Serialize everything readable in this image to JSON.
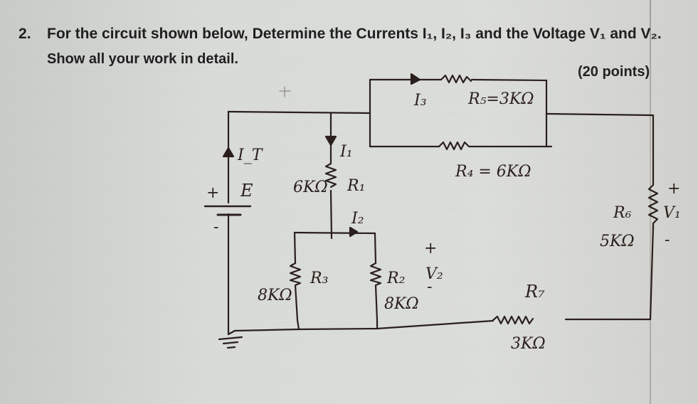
{
  "question": {
    "number": "2.",
    "line1": "For the circuit shown below, Determine the Currents I₁, I₂, I₃ and the Voltage V₁ and V₂.",
    "line2": "Show all your work in detail.",
    "points": "(20 points)"
  },
  "circuit": {
    "source": {
      "label": "E",
      "plus": "+",
      "minus": "-",
      "current_label": "I_T"
    },
    "resistors": {
      "R1": {
        "label": "R₁",
        "value": "6KΩ"
      },
      "R2": {
        "label": "R₂",
        "value": "8KΩ"
      },
      "R3": {
        "label": "R₃",
        "value": "8KΩ"
      },
      "R4": {
        "label": "R₄ = 6KΩ"
      },
      "R5": {
        "label": "R₅=3KΩ"
      },
      "R6": {
        "label": "R₆",
        "value": "5KΩ"
      },
      "R7": {
        "label": "R₇",
        "value": "3KΩ"
      }
    },
    "currents": {
      "I1": "I₁",
      "I2": "I₂",
      "I3": "I₃",
      "IT": "I_T"
    },
    "voltages": {
      "V1": {
        "label": "V₁",
        "plus": "+",
        "minus": "-"
      },
      "V2": {
        "label": "V₂",
        "plus": "+",
        "minus": "-"
      }
    },
    "ink_color": "#2a1f1c"
  }
}
